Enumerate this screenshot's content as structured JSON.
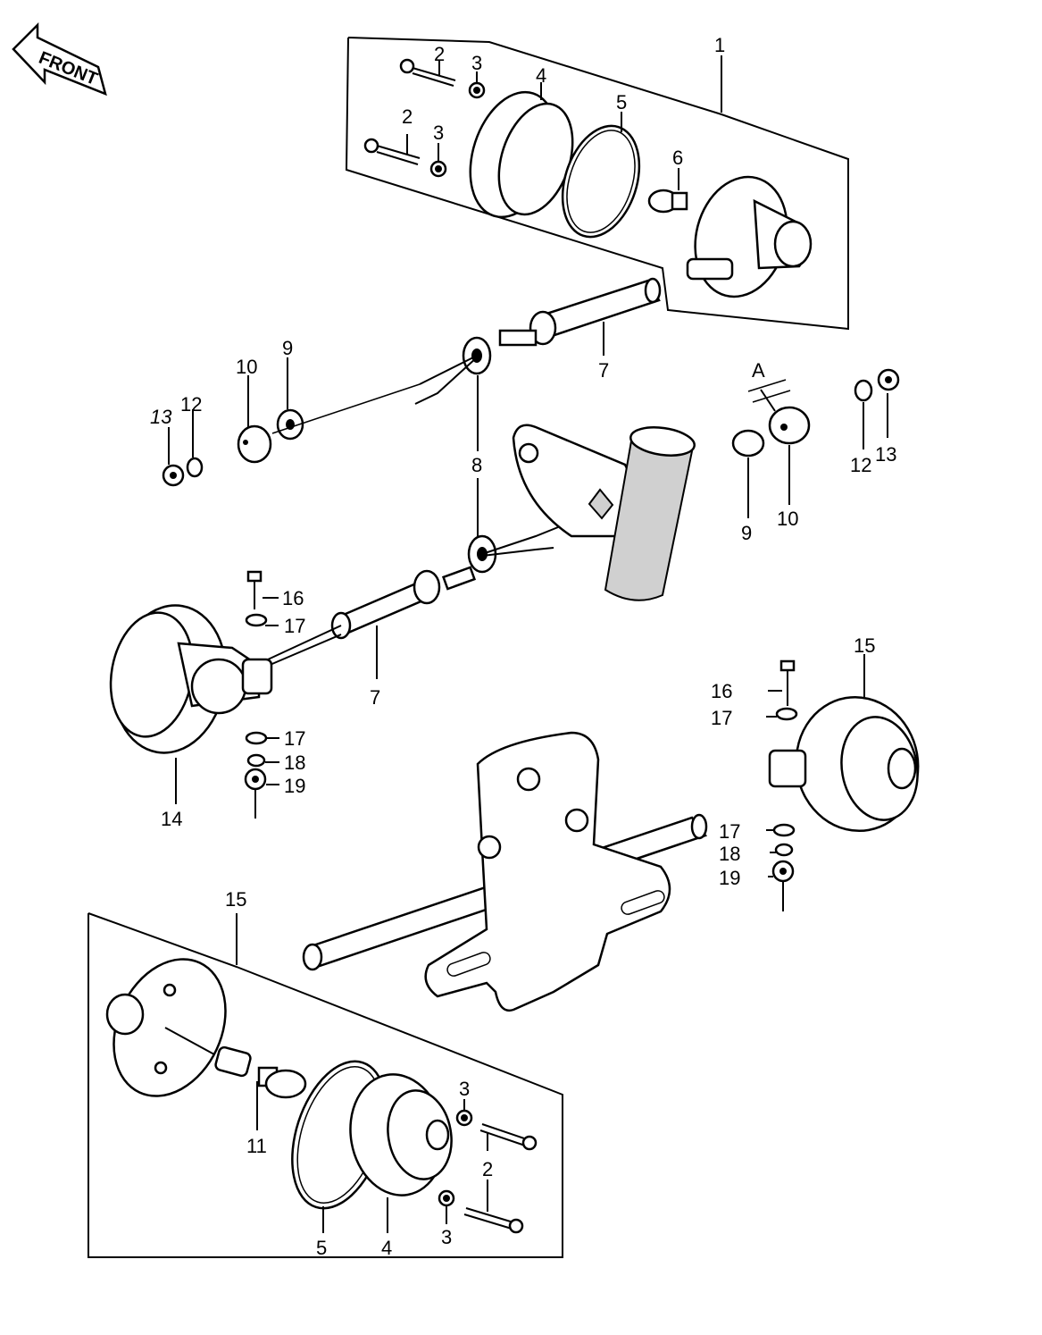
{
  "front_label": "FRONT",
  "dimension_label": "A",
  "callouts": {
    "c1": "1",
    "c2a": "2",
    "c3a": "3",
    "c4a": "4",
    "c5a": "5",
    "c6a": "6",
    "c2b": "2",
    "c3b": "3",
    "c7a": "7",
    "c8": "8",
    "c9a": "9",
    "c10a": "10",
    "c12a": "12",
    "c13a": "13",
    "c9b": "9",
    "c10b": "10",
    "c12b": "12",
    "c13b": "13",
    "c16a": "16",
    "c17a": "17",
    "c7b": "7",
    "c17b": "17",
    "c18a": "18",
    "c19a": "19",
    "c14": "14",
    "c15a": "15",
    "c16b": "16",
    "c17c": "17",
    "c17d": "17",
    "c18b": "18",
    "c19b": "19",
    "c15b": "15",
    "c11": "11",
    "c3c": "3",
    "c2c": "2",
    "c5b": "5",
    "c4b": "4",
    "c3d": "3"
  }
}
